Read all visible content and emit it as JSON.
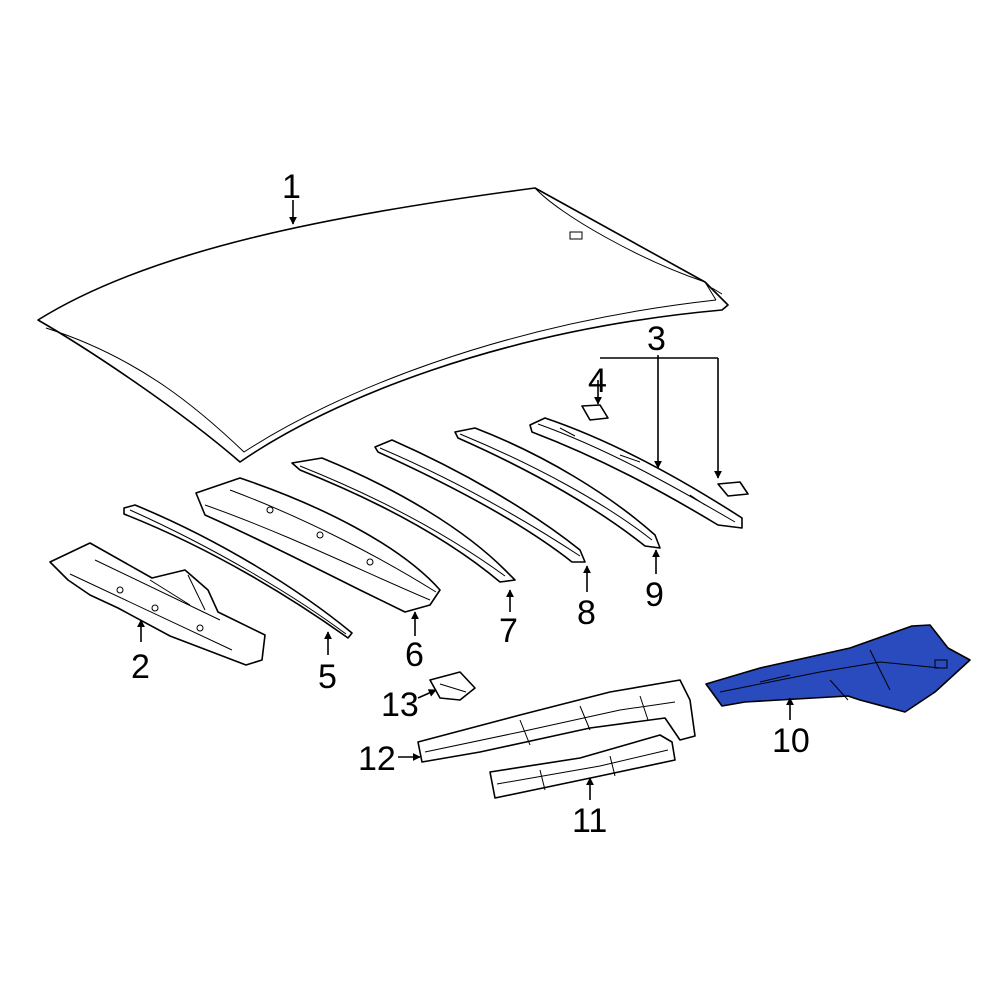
{
  "diagram": {
    "highlight_color": "#2a4bbd",
    "parts": [
      {
        "label": "1",
        "highlighted": false
      },
      {
        "label": "2",
        "highlighted": false
      },
      {
        "label": "3",
        "highlighted": false
      },
      {
        "label": "4",
        "highlighted": false
      },
      {
        "label": "5",
        "highlighted": false
      },
      {
        "label": "6",
        "highlighted": false
      },
      {
        "label": "7",
        "highlighted": false
      },
      {
        "label": "8",
        "highlighted": false
      },
      {
        "label": "9",
        "highlighted": false
      },
      {
        "label": "10",
        "highlighted": true
      },
      {
        "label": "11",
        "highlighted": false
      },
      {
        "label": "12",
        "highlighted": false
      },
      {
        "label": "13",
        "highlighted": false
      }
    ]
  }
}
